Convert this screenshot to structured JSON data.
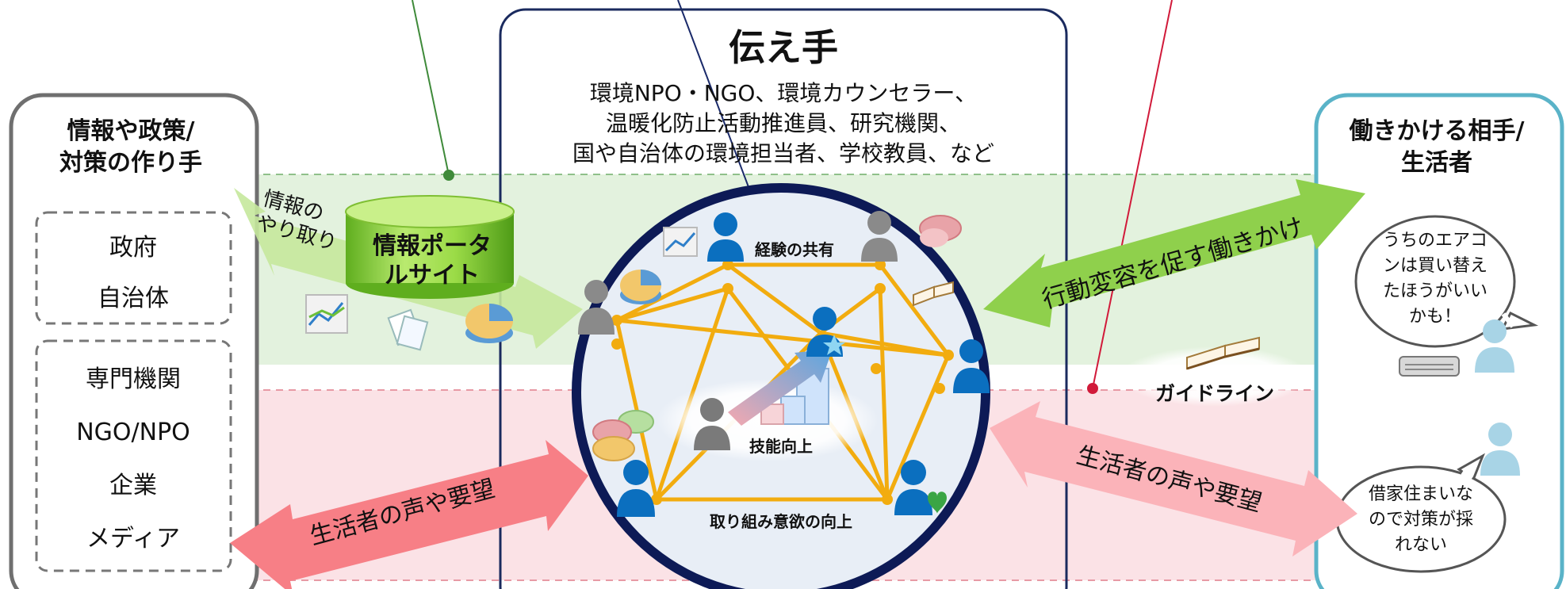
{
  "center_box": {
    "title": "伝え手",
    "lines": [
      "環境NPO・NGO、環境カウンセラー、",
      "温暖化防止活動推進員、研究機関、",
      "国や自治体の環境担当者、学校教員、など"
    ]
  },
  "left_box": {
    "title_lines": [
      "情報や政策/",
      "対策の作り手"
    ],
    "group1": [
      "政府",
      "自治体"
    ],
    "group2": [
      "専門機関",
      "NGO/NPO",
      "企業",
      "メディア"
    ]
  },
  "right_box": {
    "title_lines": [
      "働きかける相手/",
      "生活者"
    ],
    "bubble1_lines": [
      "うちのエアコ",
      "ンは買い替え",
      "たほうがいい",
      "かも！"
    ],
    "bubble2_lines": [
      "借家住まいな",
      "ので対策が採",
      "れない"
    ]
  },
  "portal": {
    "lines": [
      "情報ポータ",
      "ルサイト"
    ]
  },
  "arrows": {
    "info_exchange_lines": [
      "情報の",
      "やり取り"
    ],
    "behavior_change": "行動変容を促す働きかけ",
    "voice_left": "生活者の声や要望",
    "voice_right": "生活者の声や要望"
  },
  "network": {
    "experience": "経験の共有",
    "skill": "技能向上",
    "motivation": "取り組み意欲の向上"
  },
  "guideline": "ガイドライン",
  "colors": {
    "green_band": "#e3f2de",
    "pink_band": "#fbe2e6",
    "green_arrow": "#8fd04c",
    "pink_arrow": "#f77f86",
    "network_line": "#f2ac0f",
    "circle_border": "#0d1a56",
    "person_blue": "#0b6fbf",
    "person_gray": "#8a8a8a",
    "person_light": "#a8d4e6",
    "right_box_border": "#5ab3c8",
    "left_box_border": "#6f6f6f",
    "center_box_border": "#1a2a5e"
  }
}
